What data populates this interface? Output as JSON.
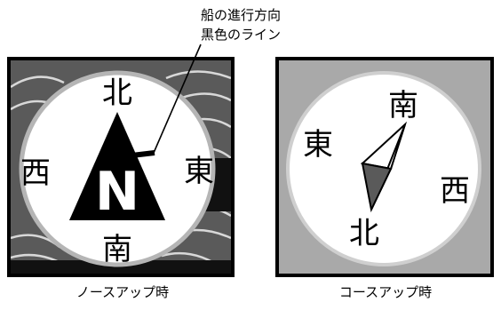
{
  "annotation": {
    "line1": "船の進行方向",
    "line2": "黒色のライン"
  },
  "north_up": {
    "caption": "ノースアップ時",
    "north": "北",
    "south": "南",
    "east": "東",
    "west": "西",
    "marker_letter": "N"
  },
  "course_up": {
    "caption": "コースアップ時",
    "north": "北",
    "south": "南",
    "east": "東",
    "west": "西"
  }
}
